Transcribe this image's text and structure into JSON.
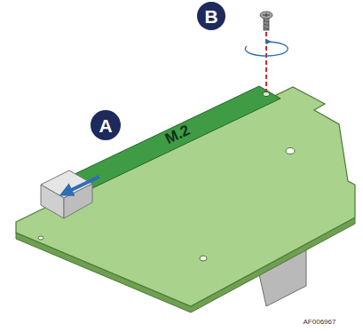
{
  "diagram": {
    "nodes": [
      {
        "text": [
          "A"
        ]
      },
      {
        "text": [
          "B"
        ]
      }
    ],
    "labels": [
      "M.2",
      "AF006967"
    ]
  }
}
